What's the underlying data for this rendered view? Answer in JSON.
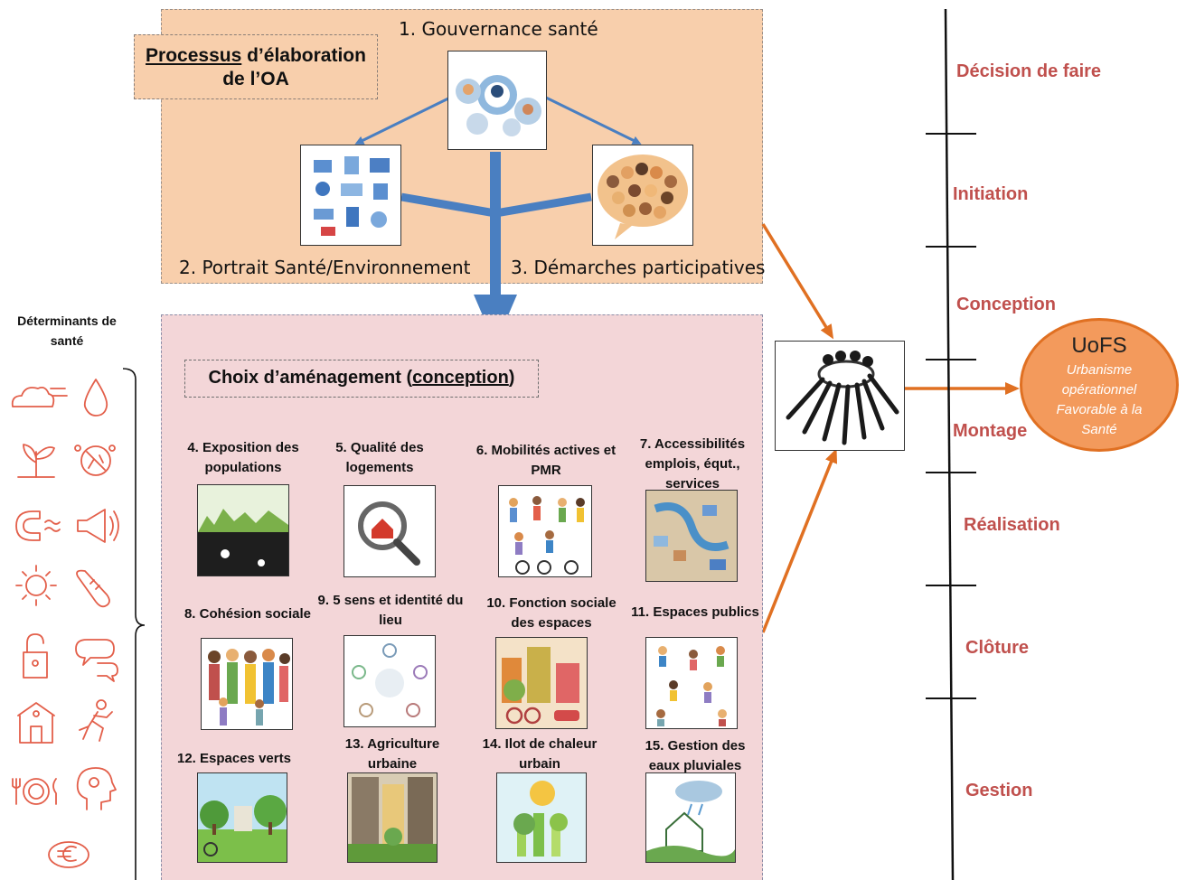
{
  "process": {
    "title_underlined": "Processus",
    "title_rest": " d’élaboration de l’OA",
    "step1": "1. Gouvernance santé",
    "step2": "2. Portrait Santé/Environnement",
    "step3": "3. Démarches participatives"
  },
  "conception": {
    "title_prefix": "Choix d’aménagement (",
    "title_underlined": "conception",
    "title_suffix": ")",
    "items": [
      {
        "label": "4. Exposition des populations"
      },
      {
        "label": "5. Qualité des logements"
      },
      {
        "label": "6. Mobilités actives et PMR"
      },
      {
        "label": "7. Accessibilités emplois, équt., services"
      },
      {
        "label": "8. Cohésion sociale"
      },
      {
        "label": "9. 5 sens et identité du lieu"
      },
      {
        "label": "10. Fonction sociale des espaces"
      },
      {
        "label": "11. Espaces publics"
      },
      {
        "label": "12. Espaces verts"
      },
      {
        "label": "13. Agriculture urbaine"
      },
      {
        "label": "14. Ilot de chaleur urbain"
      },
      {
        "label": "15. Gestion des eaux pluviales"
      }
    ]
  },
  "determinants": {
    "title": "Déterminants de santé",
    "icons": [
      "cloud-wind-icon",
      "water-drop-icon",
      "plant-icon",
      "allergen-icon",
      "magnet-icon",
      "loudspeaker-icon",
      "sun-icon",
      "thermometer-icon",
      "padlock-icon",
      "speech-bubbles-icon",
      "school-building-icon",
      "running-person-icon",
      "plate-cutlery-icon",
      "head-gears-icon",
      "euro-coin-icon"
    ]
  },
  "timeline": {
    "phases": [
      "Décision de faire",
      "Initiation",
      "Conception",
      "Montage",
      "Réalisation",
      "Clôture",
      "Gestion"
    ]
  },
  "uofs": {
    "title": "UoFS",
    "subtitle": "Urbanisme opérationnel Favorable à la Santé"
  },
  "colors": {
    "top_panel": "#f8cfac",
    "bottom_panel": "#f3d6d8",
    "phase_text": "#c0504d",
    "process_arrow": "#4a7fc1",
    "orange_arrow": "#e07022",
    "icon_red": "#e35f4a"
  }
}
